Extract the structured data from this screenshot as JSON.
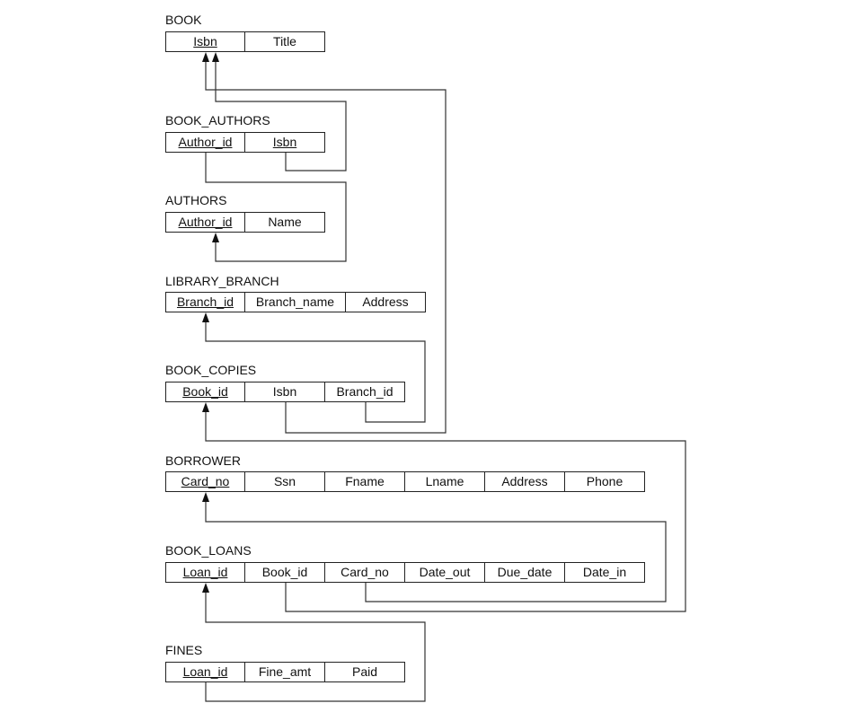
{
  "relations": [
    {
      "name": "BOOK",
      "attributes": [
        {
          "label": "Isbn",
          "pk": true
        },
        {
          "label": "Title",
          "pk": false
        }
      ]
    },
    {
      "name": "BOOK_AUTHORS",
      "attributes": [
        {
          "label": "Author_id",
          "pk": true
        },
        {
          "label": "Isbn",
          "pk": true
        }
      ]
    },
    {
      "name": "AUTHORS",
      "attributes": [
        {
          "label": "Author_id",
          "pk": true
        },
        {
          "label": "Name",
          "pk": false
        }
      ]
    },
    {
      "name": "LIBRARY_BRANCH",
      "attributes": [
        {
          "label": "Branch_id",
          "pk": true
        },
        {
          "label": "Branch_name",
          "pk": false
        },
        {
          "label": "Address",
          "pk": false
        }
      ]
    },
    {
      "name": "BOOK_COPIES",
      "attributes": [
        {
          "label": "Book_id",
          "pk": true
        },
        {
          "label": "Isbn",
          "pk": false
        },
        {
          "label": "Branch_id",
          "pk": false
        }
      ]
    },
    {
      "name": "BORROWER",
      "attributes": [
        {
          "label": "Card_no",
          "pk": true
        },
        {
          "label": "Ssn",
          "pk": false
        },
        {
          "label": "Fname",
          "pk": false
        },
        {
          "label": "Lname",
          "pk": false
        },
        {
          "label": "Address",
          "pk": false
        },
        {
          "label": "Phone",
          "pk": false
        }
      ]
    },
    {
      "name": "BOOK_LOANS",
      "attributes": [
        {
          "label": "Loan_id",
          "pk": true
        },
        {
          "label": "Book_id",
          "pk": false
        },
        {
          "label": "Card_no",
          "pk": false
        },
        {
          "label": "Date_out",
          "pk": false
        },
        {
          "label": "Due_date",
          "pk": false
        },
        {
          "label": "Date_in",
          "pk": false
        }
      ]
    },
    {
      "name": "FINES",
      "attributes": [
        {
          "label": "Loan_id",
          "pk": true
        },
        {
          "label": "Fine_amt",
          "pk": false
        },
        {
          "label": "Paid",
          "pk": false
        }
      ]
    }
  ],
  "foreign_keys": [
    {
      "from": "BOOK_AUTHORS.Author_id",
      "to": "AUTHORS.Author_id"
    },
    {
      "from": "BOOK_AUTHORS.Isbn",
      "to": "BOOK.Isbn"
    },
    {
      "from": "BOOK_COPIES.Isbn",
      "to": "BOOK.Isbn"
    },
    {
      "from": "BOOK_COPIES.Branch_id",
      "to": "LIBRARY_BRANCH.Branch_id"
    },
    {
      "from": "BOOK_LOANS.Card_no",
      "to": "BORROWER.Card_no"
    },
    {
      "from": "BOOK_LOANS.Book_id",
      "to": "BOOK_COPIES.Book_id"
    },
    {
      "from": "FINES.Loan_id",
      "to": "BOOK_LOANS.Loan_id"
    }
  ]
}
